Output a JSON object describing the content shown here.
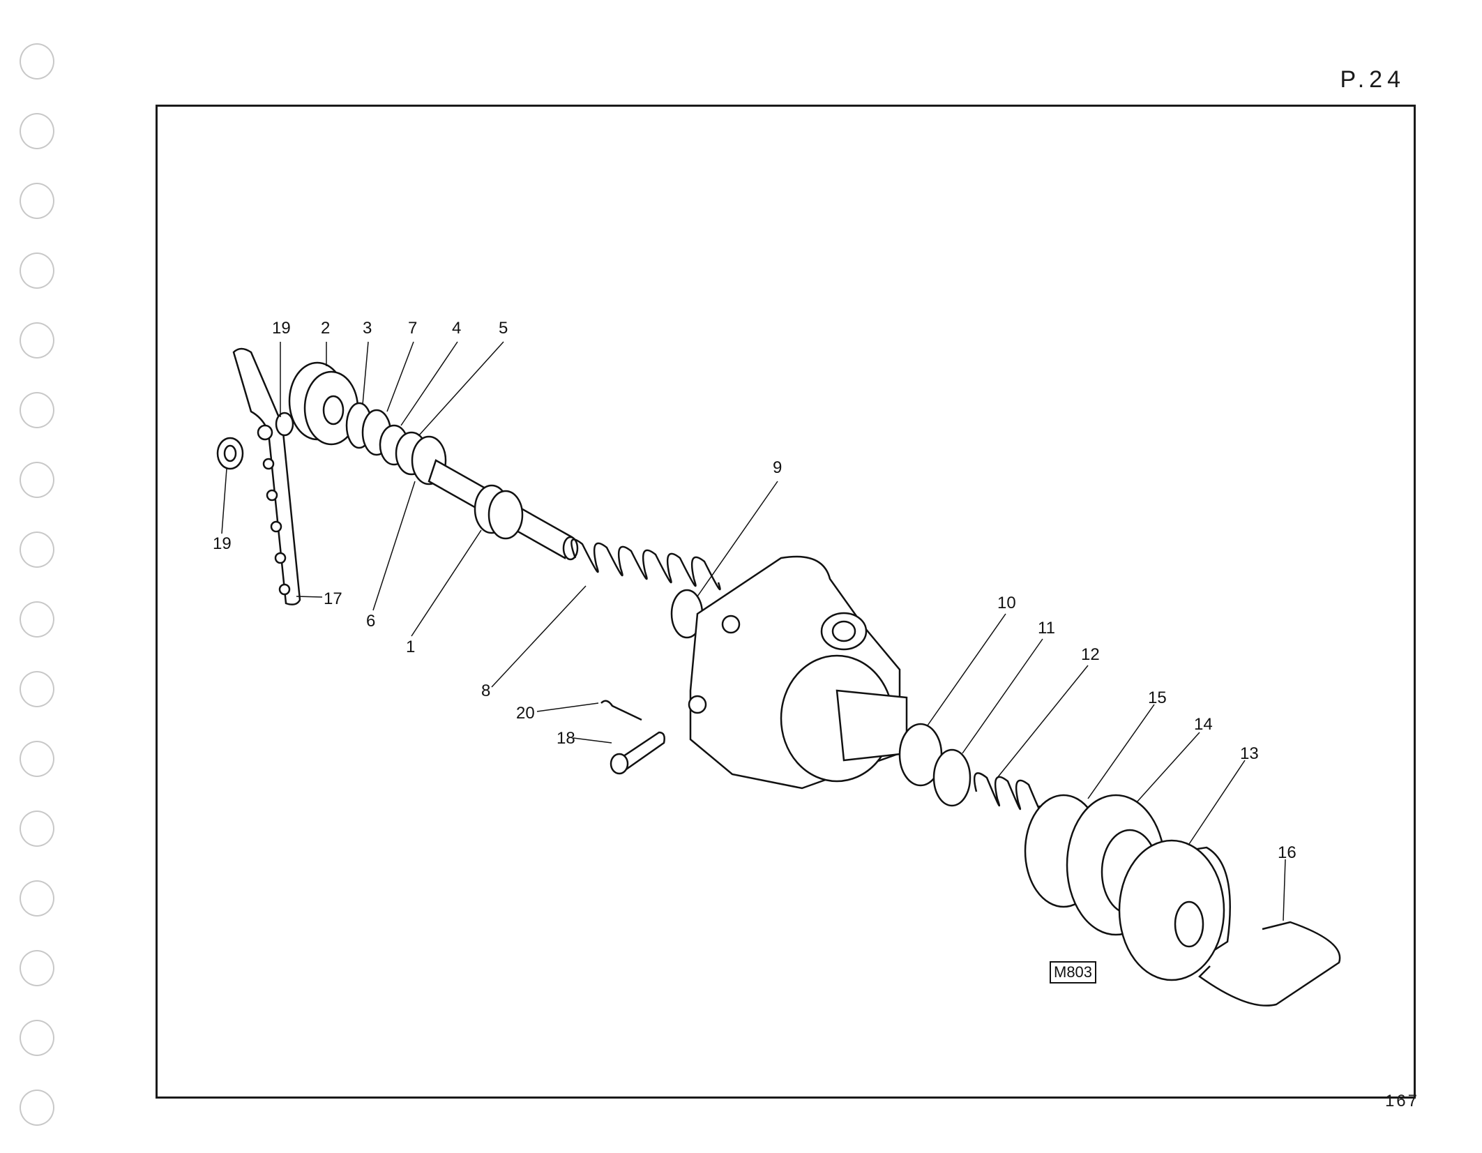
{
  "page": {
    "code": "P.24",
    "number": "167",
    "figure_ref": "M803"
  },
  "callouts": [
    "19",
    "2",
    "3",
    "7",
    "4",
    "5",
    "9",
    "19",
    "17",
    "6",
    "1",
    "8",
    "10",
    "11",
    "12",
    "15",
    "14",
    "13",
    "16",
    "20",
    "18"
  ]
}
